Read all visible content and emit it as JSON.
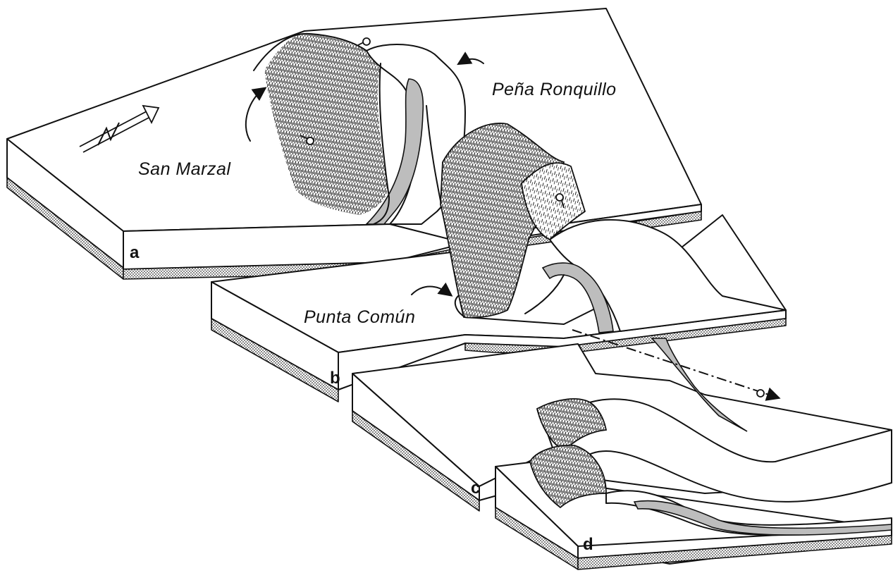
{
  "labels": {
    "san_marzal": "San Marzal",
    "pena_ronquillo": "Peña Ronquillo",
    "punta_comun": "Punta Común"
  },
  "panels": {
    "a": "a",
    "b": "b",
    "c": "c",
    "d": "d"
  },
  "icons": {
    "north_arrow": "north-arrow-icon",
    "younging": "younging-symbol-icon",
    "rotation": "curved-rotation-arrow-icon"
  },
  "colors": {
    "ink": "#111111",
    "layer_fill": "#bdbdbd",
    "paper": "#ffffff"
  }
}
